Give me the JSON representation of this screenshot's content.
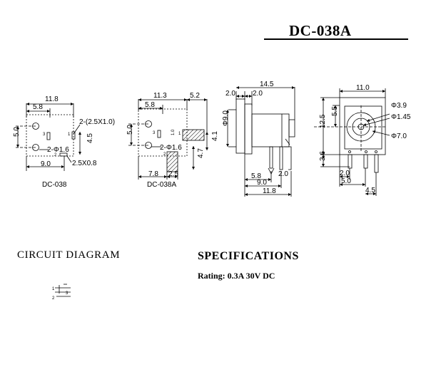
{
  "title": "DC-038A",
  "views": {
    "dc038": {
      "label": "DC-038",
      "dims": {
        "overall_width": "11.8",
        "width_5_8": "5.8",
        "height_5_0": "5.0",
        "pitch_4_5": "4.5",
        "width_9_0": "9.0",
        "slot": "2-(2.5X1.0)",
        "holes": "2-Φ1.6",
        "pad": "2.5X0.8"
      },
      "pin_labels": [
        "3",
        "1",
        "2"
      ]
    },
    "dc038a": {
      "label": "DC-038A",
      "dims": {
        "overall_width": "11.3",
        "width_5_2": "5.2",
        "width_5_8": "5.8",
        "height_5_0": "5.0",
        "holes": "2-Φ1.6",
        "width_7_8": "7.8",
        "width_2_5": "2.5",
        "height_4_1": "4.1",
        "height_4_7": "4.7",
        "small_1_0": "1.0"
      },
      "pin_labels": [
        "3",
        "1",
        "2"
      ]
    },
    "side": {
      "dims": {
        "overall_length": "14.5",
        "flange_2_0a": "2.0",
        "flange_2_0b": "2.0",
        "diameter": "Φ9.0",
        "len_5_8": "5.8",
        "len_9_0": "9.0",
        "len_11_8": "11.8",
        "pin_2_0": "2.0"
      }
    },
    "front": {
      "dims": {
        "width": "11.0",
        "d_3_9": "Φ3.9",
        "d_1_45": "Φ1.45",
        "d_7_0": "Φ7.0",
        "h_5_5": "5.5",
        "h_12_5": "12.5",
        "h_3_6": "3.6",
        "w_2_0": "2.0",
        "w_5_0": "5.0",
        "w_4_5": "4.5"
      }
    }
  },
  "circuit": {
    "heading": "CIRCUIT DIAGRAM",
    "pins": [
      "1",
      "2",
      "3"
    ]
  },
  "specifications": {
    "heading": "SPECIFICATIONS",
    "rating": "Rating: 0.3A 30V DC"
  }
}
